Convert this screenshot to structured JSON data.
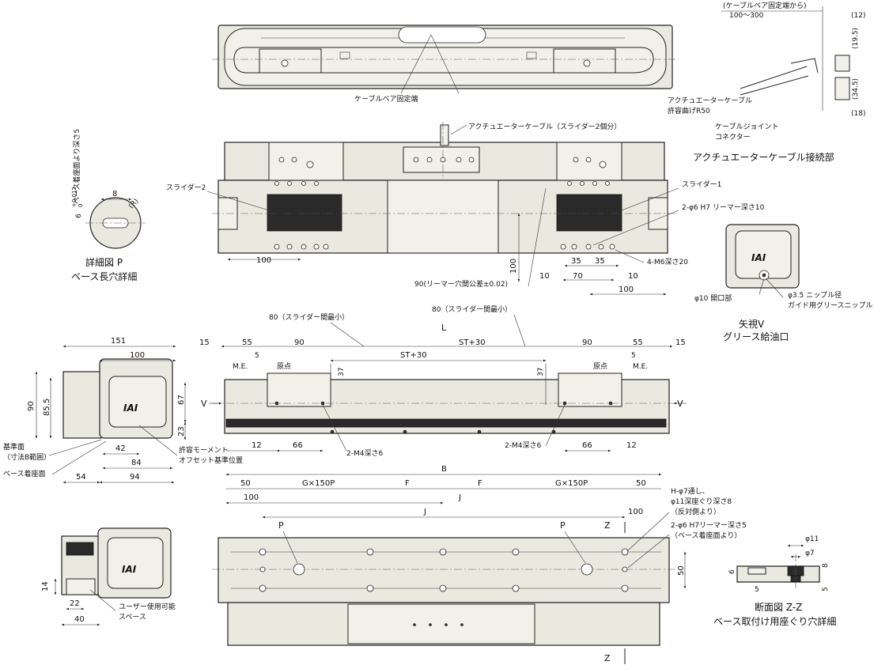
{
  "top_view": {
    "cable_fixed_end": "ケーブルベア固定端",
    "actuator_cable_two": "アクチュエーターケーブル（スライダー2個分）",
    "slider2": "スライダー2",
    "slider1": "スライダー1",
    "reamer": "2-φ6 H7 リーマー深さ10",
    "tap": "4-M6深さ20",
    "dim_100": "100",
    "dim_35a": "35",
    "dim_35b": "35",
    "dim_10a": "10",
    "dim_70": "70",
    "dim_10b": "10",
    "dim_100b": "100",
    "dim_100v": "100",
    "reamer_tol": "90(リーマー穴間公差±0.02)"
  },
  "cable_connection": {
    "from_fixed": "(ケーブルベア固定端から)",
    "range": "100～300",
    "d12": "(12)",
    "d195": "(19.5)",
    "d345": "(34.5)",
    "d18": "(18)",
    "cable": "アクチュエーターケーブル",
    "bend": "許容曲げR50",
    "joint": "ケーブルジョイント",
    "connector": "コネクター",
    "title": "アクチュエーターケーブル接続部"
  },
  "detail_p": {
    "depth": "ベース着座面より深さ5",
    "six": "6",
    "tol": "+0.012",
    "tol0": "0",
    "eight": "8",
    "r": "(R)",
    "title1": "詳細図 P",
    "title2": "ベース長穴詳細"
  },
  "arrow_v": {
    "opening": "φ10 開口部",
    "nipple1": "φ3.5 ニップル径",
    "nipple2": "ガイド用グリースニップル",
    "title1": "矢視V",
    "title2": "グリース給油口",
    "logo": "IAI"
  },
  "front_view": {
    "slider_min1": "80（スライダー間最小）",
    "slider_min2": "80（スライダー間最小）",
    "L": "L",
    "d15a": "15",
    "d55a": "55",
    "d90a": "90",
    "st30a": "ST+30",
    "st30b": "ST+30",
    "d90b": "90",
    "d55b": "55",
    "d15b": "15",
    "me1": "M.E.",
    "me2": "M.E.",
    "origin1": "原点",
    "origin2": "原点",
    "d5a": "5",
    "d5b": "5",
    "d37a": "37",
    "d37b": "37",
    "V1": "V",
    "V2": "V",
    "d12a": "12",
    "d66a": "66",
    "m4a": "2-M4深さ6",
    "m4b": "2-M4深さ6",
    "d66b": "66",
    "d12b": "12"
  },
  "side_view": {
    "d151": "151",
    "d100": "100",
    "d90": "90",
    "d855": "85.5",
    "d67": "67",
    "d23": "23",
    "d42": "42",
    "d84": "84",
    "d94": "94",
    "d54": "54",
    "ref1": "基準面",
    "ref2": "（寸法B範囲）",
    "seat": "ベース着座面",
    "moment1": "許容モーメント",
    "moment2": "オフセット基準位置",
    "logo": "IAI"
  },
  "user_space": {
    "d14": "14",
    "d22": "22",
    "d40": "40",
    "label1": "ユーザー使用可能",
    "label2": "スペース",
    "logo": "IAI"
  },
  "bottom_view": {
    "B": "B",
    "d50a": "50",
    "g150a": "G×150P",
    "Fa": "F",
    "Fb": "F",
    "g150b": "G×150P",
    "d50b": "50",
    "d100a": "100",
    "Ja": "J",
    "Jb": "J",
    "d100b": "100",
    "Pa": "P",
    "Pb": "P",
    "Z1": "Z",
    "Z2": "Z",
    "d50v": "50",
    "hole1": "H-φ7通し、",
    "hole2": "φ11深座ぐり深さ8",
    "hole3": "（反対側より）",
    "reamer1": "2-φ6 H7リーマー深さ5",
    "reamer2": "（ベース着座面より）"
  },
  "section_z": {
    "d11": "φ11",
    "d7": "φ7",
    "d8": "8",
    "d6": "6",
    "d5a": "5",
    "d5b": "5",
    "title1": "断面図 Z-Z",
    "title2": "ベース取付け用座ぐり穴詳細"
  }
}
